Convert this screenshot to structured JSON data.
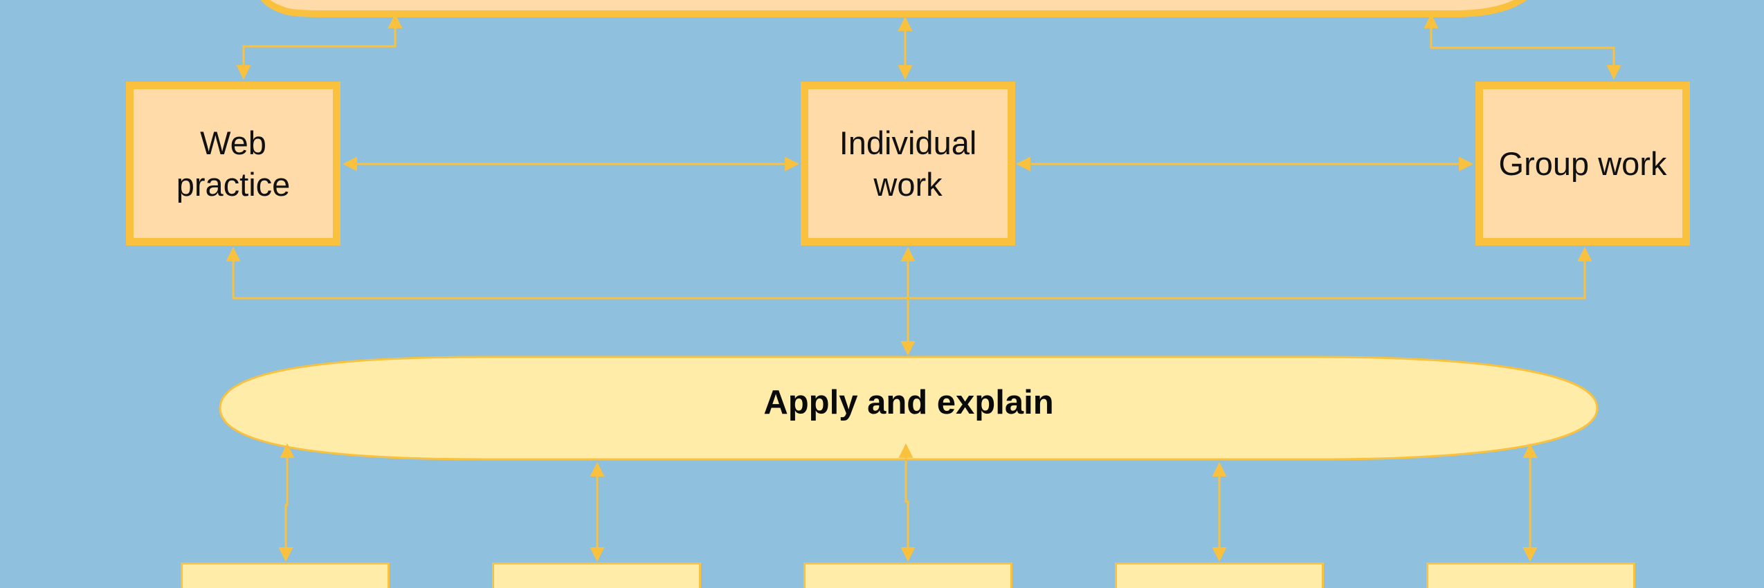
{
  "diagram": {
    "nodes": {
      "web_practice": "Web practice",
      "individual_work": "Individual work",
      "group_work": "Group work",
      "apply_and_explain": "Apply and explain"
    },
    "colors": {
      "background": "#8fc1de",
      "node_fill": "#ffdba9",
      "oval_fill": "#ffeca9",
      "stroke": "#f9c13d",
      "top_oval_fill": "#ffdba9"
    }
  }
}
